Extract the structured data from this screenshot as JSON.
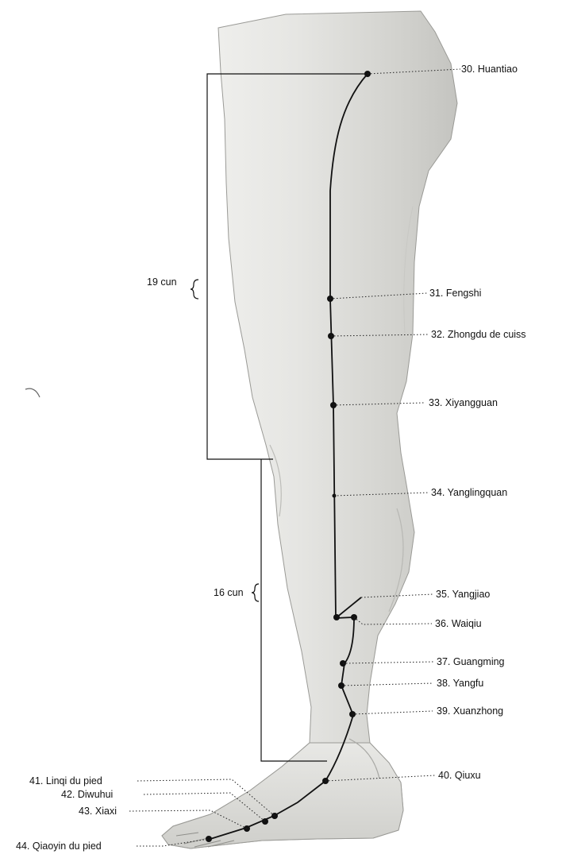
{
  "points": [
    {
      "num": "30.",
      "name": "Huantiao"
    },
    {
      "num": "31.",
      "name": "Fengshi"
    },
    {
      "num": "32.",
      "name": "Zhongdu de cuiss"
    },
    {
      "num": "33.",
      "name": "Xiyangguan"
    },
    {
      "num": "34.",
      "name": "Yanglingquan"
    },
    {
      "num": "35.",
      "name": "Yangjiao"
    },
    {
      "num": "36.",
      "name": "Waiqiu"
    },
    {
      "num": "37.",
      "name": "Guangming"
    },
    {
      "num": "38.",
      "name": "Yangfu"
    },
    {
      "num": "39.",
      "name": "Xuanzhong"
    },
    {
      "num": "40.",
      "name": "Qiuxu"
    },
    {
      "num": "41.",
      "name": "Linqi du pied"
    },
    {
      "num": "42.",
      "name": "Diwuhui"
    },
    {
      "num": "43.",
      "name": "Xiaxi"
    },
    {
      "num": "44.",
      "name": "Qiaoyin du pied"
    }
  ],
  "measures": {
    "upper": "19  cun",
    "lower": "16  cun"
  },
  "colors": {
    "ink": "#111111",
    "skin_light": "#ececea",
    "skin_mid": "#d6d6d3",
    "skin_shadow": "#bdbdb9"
  }
}
